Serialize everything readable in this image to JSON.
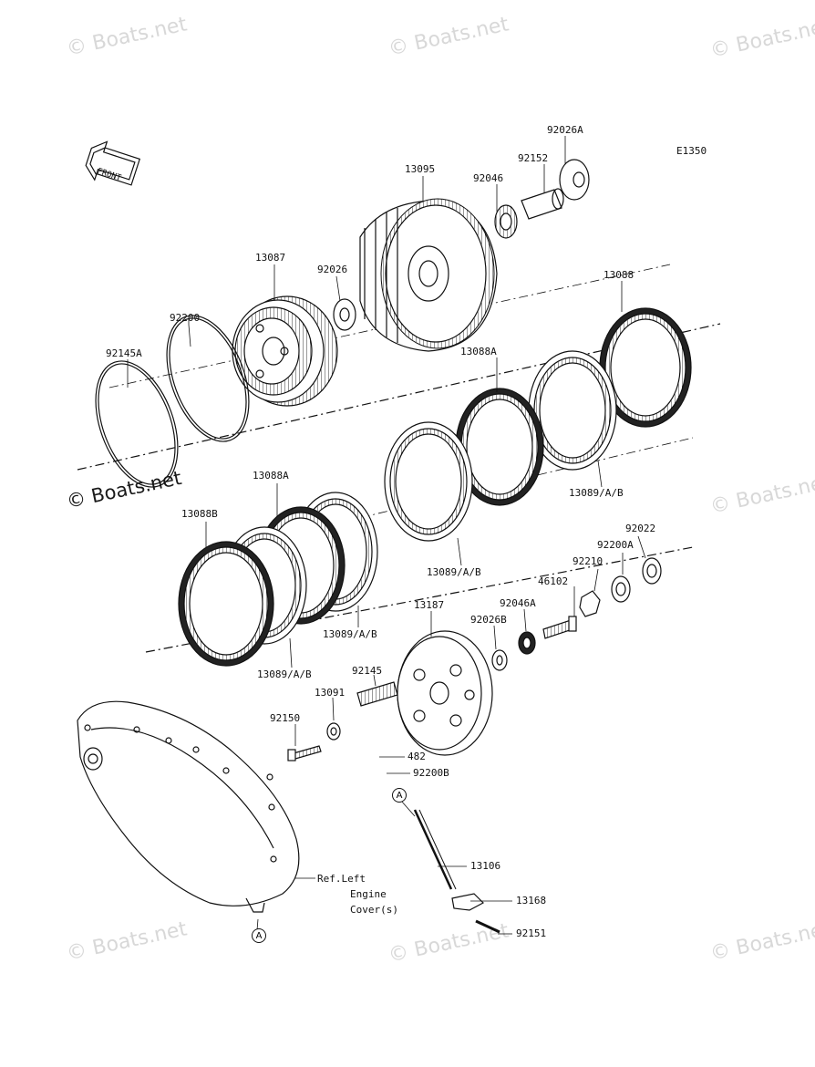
{
  "diagram": {
    "code": "E1350",
    "front_label": "FRONT",
    "watermark": "© Boats.net",
    "ref_note": [
      "Ref.Left",
      "Engine",
      "Cover(s)"
    ],
    "callout": "A",
    "parts": [
      "92026A",
      "92152",
      "13095",
      "92046",
      "92026",
      "13087",
      "92200",
      "92145A",
      "13088",
      "13088A",
      "13088A",
      "13088B",
      "13089/A/B",
      "13089/A/B",
      "13089/A/B",
      "13089/A/B",
      "92022",
      "92200A",
      "92210",
      "46102",
      "13187",
      "92046A",
      "92026B",
      "92145",
      "13091",
      "92150",
      "482",
      "92200B",
      "13106",
      "13168",
      "92151"
    ]
  }
}
